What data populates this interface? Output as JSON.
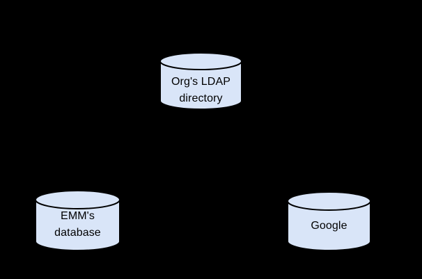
{
  "colors": {
    "background": "#000000",
    "cylinder_fill": "#d9e5f8",
    "cylinder_stroke": "#000000",
    "label_text": "#000000"
  },
  "nodes": {
    "ldap": {
      "line1": "Org's LDAP",
      "line2": "directory"
    },
    "emm": {
      "line1": "EMM's",
      "line2": "database"
    },
    "google": {
      "line1": "Google"
    }
  }
}
